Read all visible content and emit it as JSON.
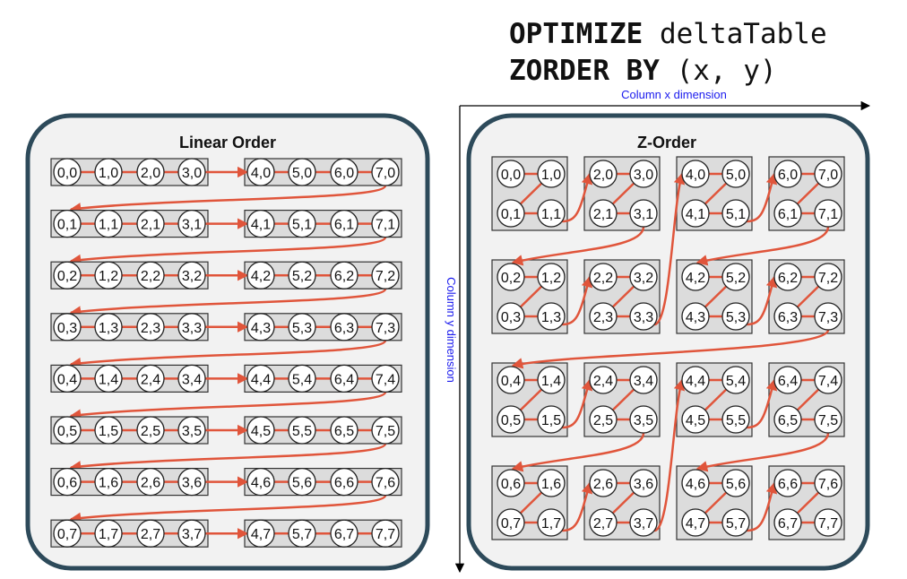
{
  "sql": {
    "line1_keyword": "OPTIMIZE",
    "line1_rest": " deltaTable",
    "line2_keyword": "ZORDER BY",
    "line2_rest": " (x, y)"
  },
  "axes": {
    "x_label": "Column x dimension",
    "y_label": "Column y dimension"
  },
  "panels": {
    "linear_title": "Linear Order",
    "zorder_title": "Z-Order"
  },
  "grid": {
    "size": 8
  },
  "colors": {
    "panel_border": "#2d4a5a",
    "panel_fill": "#f2f2f2",
    "file_fill": "#dcdcdc",
    "arrow": "#e0553b",
    "axis_label": "#1a1aee"
  }
}
